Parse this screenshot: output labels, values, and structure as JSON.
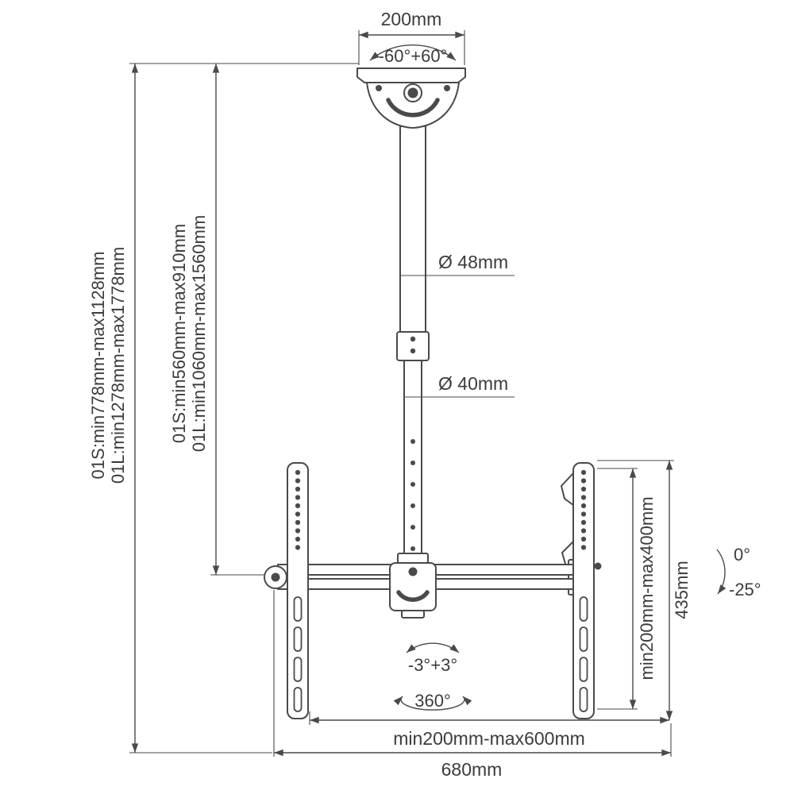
{
  "diagram": {
    "labels": {
      "plate_width": "200mm",
      "swivel": "-60°+60°",
      "dia_upper": "Ø 48mm",
      "dia_lower": "Ø 40mm",
      "height_total_s": "01S:min778mm-max1128mm",
      "height_total_l": "01L:min1278mm-max1778mm",
      "height_pole_s": "01S:min560mm-max910mm",
      "height_pole_l": "01L:min1060mm-max1560mm",
      "vesa_range": "min200mm-max400mm",
      "bracket_height": "435mm",
      "tilt_up": "0°",
      "tilt_down": "-25°",
      "level": "-3°+3°",
      "rotation": "360°",
      "arm_range": "min200mm-max600mm",
      "total_width": "680mm"
    },
    "colors": {
      "line": "#4a4a4a",
      "text": "#3c3c3c",
      "background": "#ffffff"
    }
  }
}
